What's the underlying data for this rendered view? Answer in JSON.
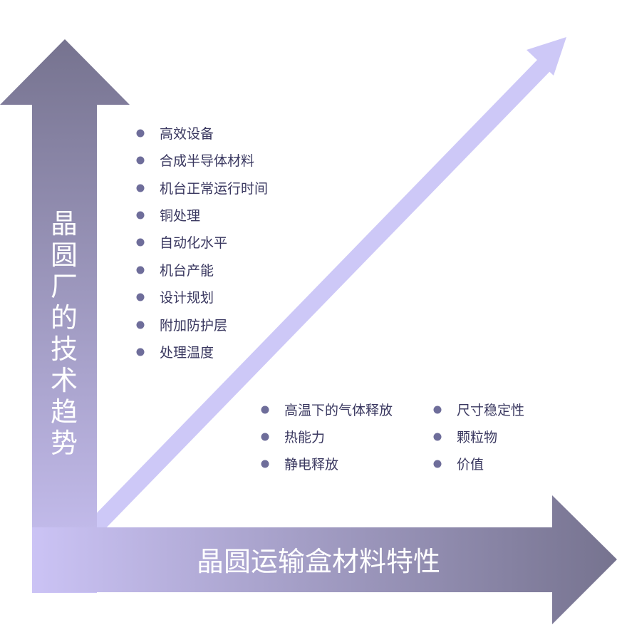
{
  "colors": {
    "vertical_arrow_top": "#76738f",
    "vertical_arrow_bottom": "#cbc3f5",
    "horizontal_arrow_left": "#cbc3f5",
    "horizontal_arrow_right": "#76738f",
    "diagonal_arrow": "#cdc8f7",
    "bullet": "#6e6d9a",
    "item_text": "#3a3860",
    "axis_text": "#ffffff"
  },
  "vertical_axis": {
    "title": "晶圆厂的技术趋势"
  },
  "horizontal_axis": {
    "title": "晶圆运输盒材料特性"
  },
  "tech_trends": {
    "items": [
      "高效设备",
      "合成半导体材料",
      "机台正常运行时间",
      "铜处理",
      "自动化水平",
      "机台产能",
      "设计规划",
      "附加防护层",
      "处理温度"
    ]
  },
  "material_properties": {
    "column_1": [
      "高温下的气体释放",
      "热能力",
      "静电释放"
    ],
    "column_2": [
      "尺寸稳定性",
      "颗粒物",
      "价值"
    ]
  }
}
